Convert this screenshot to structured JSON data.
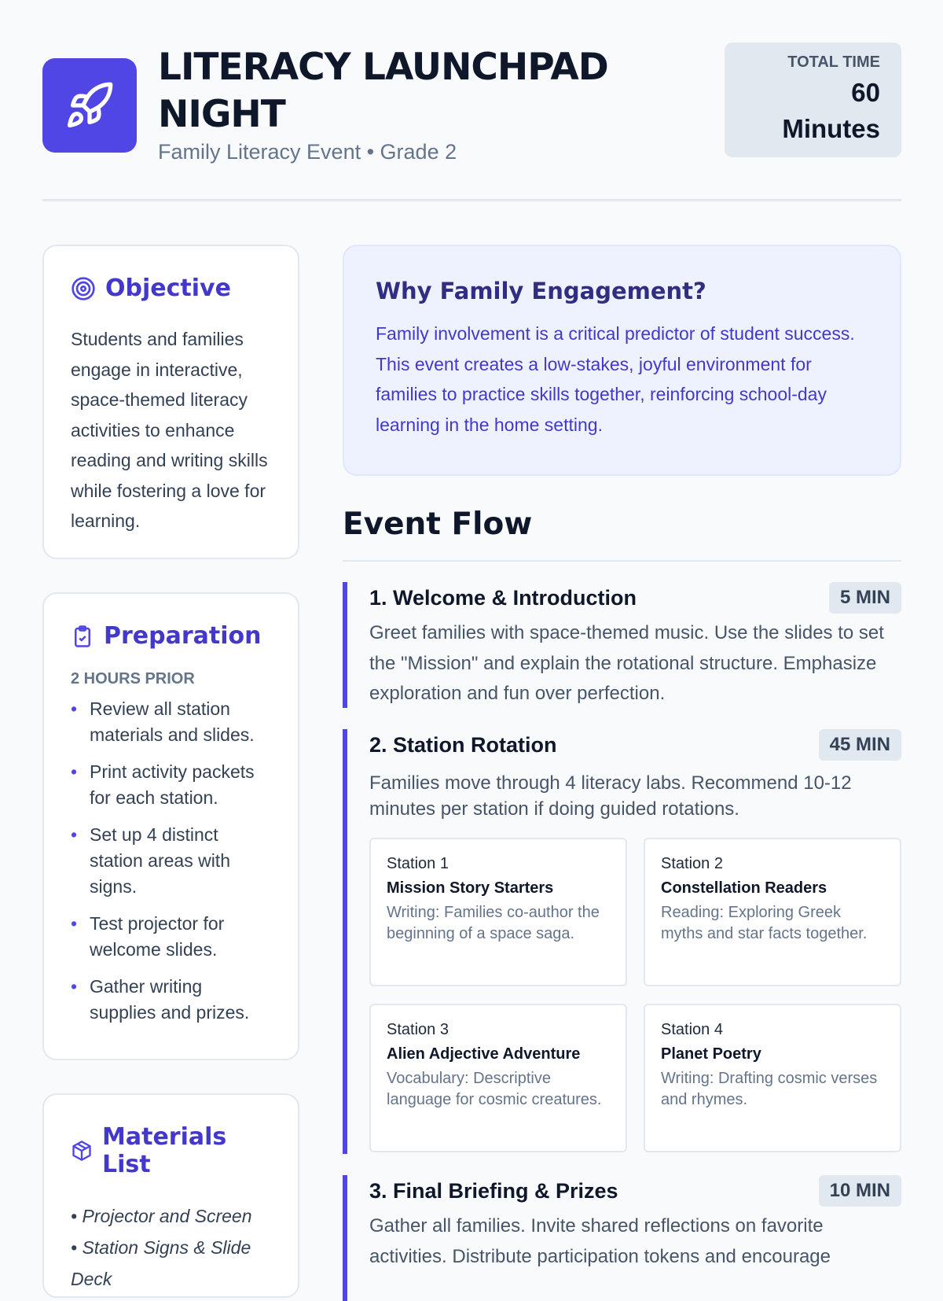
{
  "header": {
    "title_line1": "LITERACY LAUNCHPAD",
    "title_line2": "NIGHT",
    "subtitle": "Family Literacy Event • Grade 2",
    "total_time_label": "TOTAL TIME",
    "total_time_value": "60",
    "total_time_unit": "Minutes"
  },
  "objective": {
    "title": "Objective",
    "text": "Students and families engage in interactive, space-themed literacy activities to enhance reading and writing skills while fostering a love for learning."
  },
  "preparation": {
    "title": "Preparation",
    "subtitle": "2 HOURS PRIOR",
    "items": [
      "Review all station materials and slides.",
      "Print activity packets for each station.",
      "Set up 4 distinct station areas with signs.",
      "Test projector for welcome slides.",
      "Gather writing supplies and prizes."
    ]
  },
  "materials": {
    "title": "Materials List",
    "items": [
      "• Projector and Screen",
      "• Station Signs & Slide Deck"
    ]
  },
  "why": {
    "title": "Why Family Engagement?",
    "text": "Family involvement is a critical predictor of student success. This event creates a low-stakes, joyful environment for families to practice skills together, reinforcing school-day learning in the home setting."
  },
  "flow": {
    "title": "Event Flow",
    "steps": [
      {
        "title": "1. Welcome & Introduction",
        "duration": "5 MIN",
        "text": "Greet families with space-themed music. Use the slides to set the \"Mission\" and explain the rotational structure. Emphasize exploration and fun over perfection."
      },
      {
        "title": "2. Station Rotation",
        "duration": "45 MIN",
        "text": "Families move through 4 literacy labs. Recommend 10-12 minutes per station if doing guided rotations.",
        "stations": [
          {
            "num": "Station 1",
            "name": "Mission Story Starters",
            "desc": "Writing: Families co-author the beginning of a space saga."
          },
          {
            "num": "Station 2",
            "name": "Constellation Readers",
            "desc": "Reading: Exploring Greek myths and star facts together."
          },
          {
            "num": "Station 3",
            "name": "Alien Adjective Adventure",
            "desc": "Vocabulary: Descriptive language for cosmic creatures."
          },
          {
            "num": "Station 4",
            "name": "Planet Poetry",
            "desc": "Writing: Drafting cosmic verses and rhymes."
          }
        ]
      },
      {
        "title": "3. Final Briefing & Prizes",
        "duration": "10 MIN",
        "text": "Gather all families. Invite shared reflections on favorite activities. Distribute participation tokens and encourage"
      }
    ]
  },
  "colors": {
    "accent": "#4f46e5",
    "background": "#f8fafc"
  }
}
